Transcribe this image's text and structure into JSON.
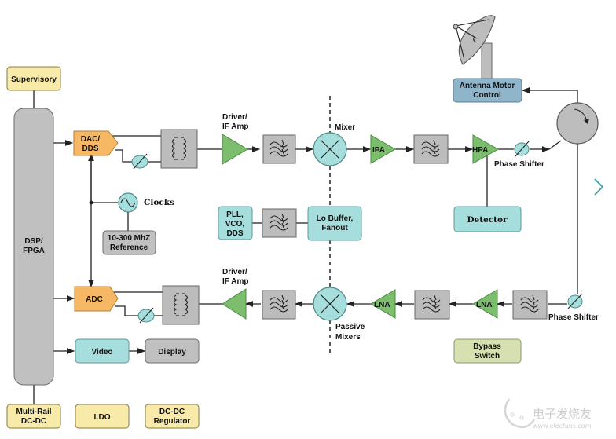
{
  "diagram": {
    "title": "RF transceiver signal-chain block diagram",
    "colors": {
      "power_blocks": "#f8ebaa",
      "digital_blocks": "#c0c0c0",
      "converters": "#f7b865",
      "amplifiers": "#7cbd6e",
      "rf_blocks": "#a6dedd",
      "antenna_control": "#8fb5cb",
      "bypass_switch": "#d6e0b0",
      "nav_arrow": "#4aa3a3"
    },
    "blocks": {
      "supervisory": "Supervisory",
      "dsp_fpga_line1": "DSP/",
      "dsp_fpga_line2": "FPGA",
      "dac_line1": "DAC/",
      "dac_line2": "DDS",
      "adc": "ADC",
      "clocks": "Clocks",
      "reference_line1": "10-300 MhZ",
      "reference_line2": "Reference",
      "tx_driver_line1": "Driver/",
      "tx_driver_line2": "IF Amp",
      "rx_driver_line1": "Driver/",
      "rx_driver_line2": "IF Amp",
      "mixer": "Mixer",
      "passive_mixers_line1": "Passive",
      "passive_mixers_line2": "Mixers",
      "ipa": "IPA",
      "hpa": "HPA",
      "tx_phase_shifter": "Phase Shifter",
      "rx_phase_shifter": "Phase Shifter",
      "antenna_motor_line1": "Antenna Motor",
      "antenna_motor_line2": "Control",
      "detector": "Detector",
      "pll_line1": "PLL,",
      "pll_line2": "VCO,",
      "pll_line3": "DDS",
      "lo_buffer_line1": "Lo Buffer,",
      "lo_buffer_line2": "Fanout",
      "lna_1": "LNA",
      "lna_2": "LNA",
      "bypass_line1": "Bypass",
      "bypass_line2": "Switch",
      "video": "Video",
      "display": "Display",
      "multirail_line1": "Multi-Rail",
      "multirail_line2": "DC-DC",
      "ldo": "LDO",
      "dcdc_line1": "DC-DC",
      "dcdc_line2": "Regulator"
    },
    "icons": {
      "nav_next": "chevron-right-icon",
      "antenna": "satellite-dish-icon",
      "circulator": "circulator-icon"
    },
    "watermark": {
      "brand": "电子发烧友",
      "url": "www.elecfans.com"
    }
  }
}
